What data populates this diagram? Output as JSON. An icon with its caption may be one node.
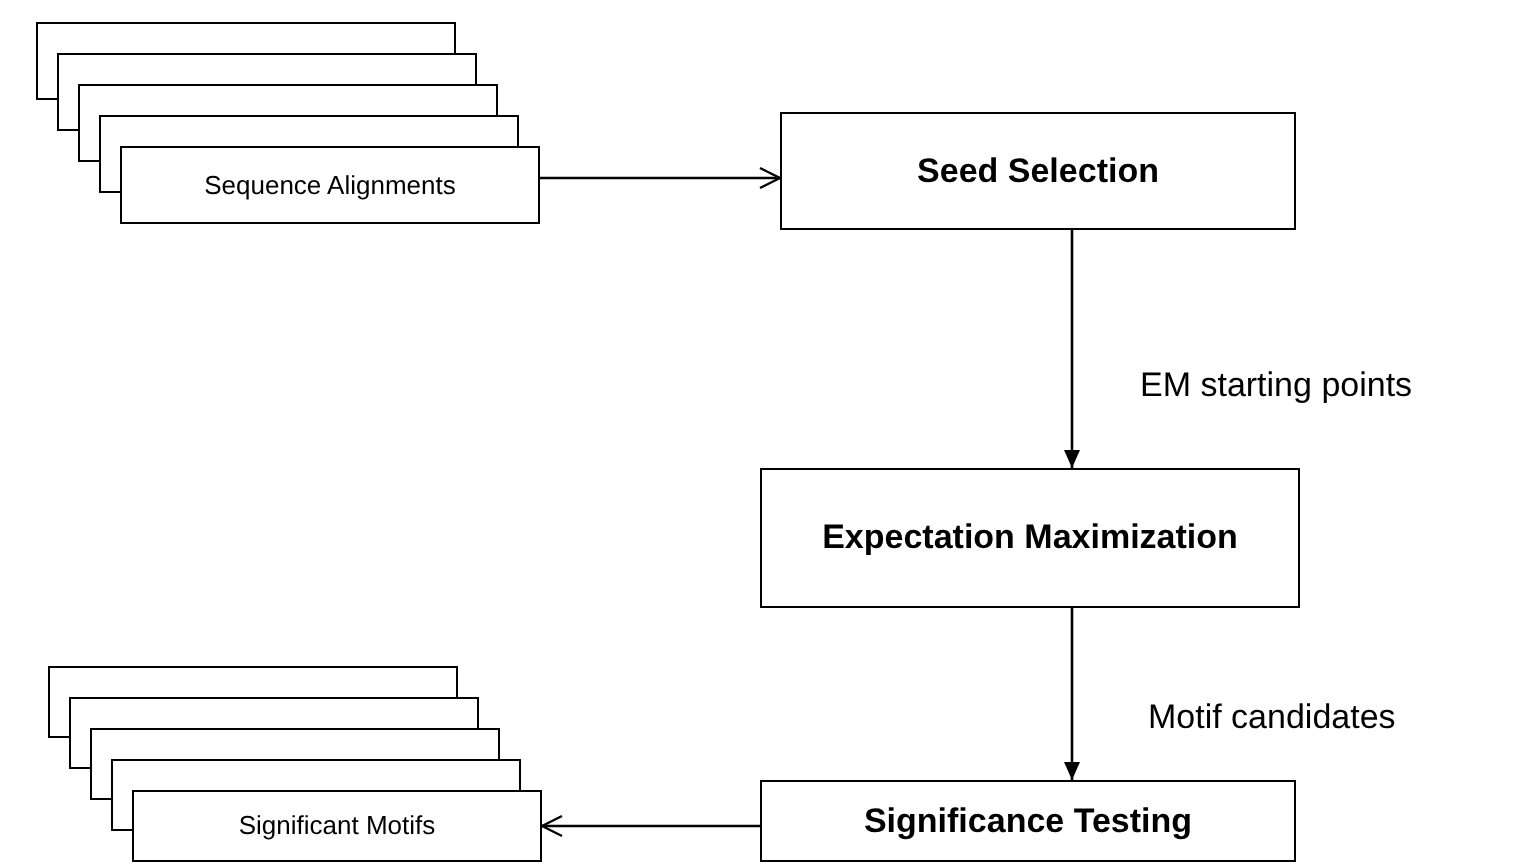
{
  "diagram": {
    "nodes": [
      {
        "text": [
          "Sequence Alignments"
        ]
      },
      {
        "text": [
          "Seed Selection"
        ]
      },
      {
        "text": [
          "Expectation Maximization"
        ]
      },
      {
        "text": [
          "Significance Testing"
        ]
      },
      {
        "text": [
          "Significant Motifs"
        ]
      }
    ],
    "edges": [
      {
        "from": 0,
        "to": 1,
        "arrow": "to"
      },
      {
        "from": 1,
        "to": 2,
        "arrow": "to",
        "label": "EM starting points"
      },
      {
        "from": 2,
        "to": 3,
        "arrow": "to",
        "label": "Motif candidates"
      },
      {
        "from": 3,
        "to": 4,
        "arrow": "to"
      }
    ]
  }
}
